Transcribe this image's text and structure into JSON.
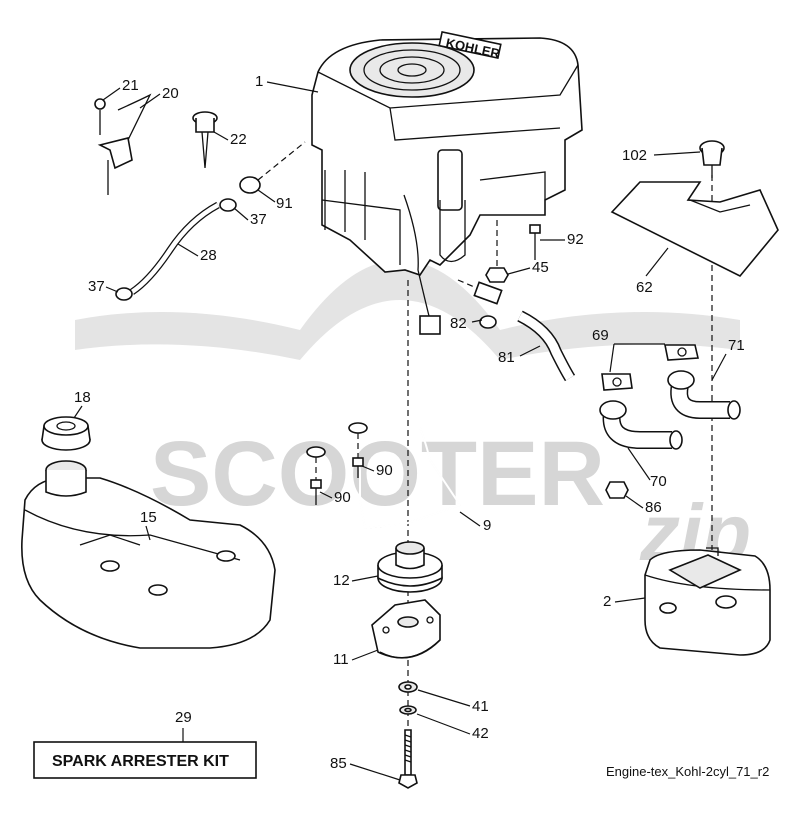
{
  "watermark": {
    "text": "SCOOTER",
    "subtext": "zip"
  },
  "callouts": {
    "c1": "1",
    "c2": "2",
    "c9": "9",
    "c11": "11",
    "c12": "12",
    "c15": "15",
    "c18": "18",
    "c20": "20",
    "c21": "21",
    "c22": "22",
    "c28": "28",
    "c29": "29",
    "c37a": "37",
    "c37b": "37",
    "c41": "41",
    "c42": "42",
    "c45": "45",
    "c62": "62",
    "c69": "69",
    "c70": "70",
    "c71": "71",
    "c81": "81",
    "c82": "82",
    "c85": "85",
    "c86": "86",
    "c90a": "90",
    "c90b": "90",
    "c91": "91",
    "c92": "92",
    "c102": "102"
  },
  "kit_box": {
    "label": "SPARK ARRESTER KIT"
  },
  "drawing_ref": "Engine-tex_Kohl-2cyl_71_r2",
  "engine_badge": "KOHLER"
}
